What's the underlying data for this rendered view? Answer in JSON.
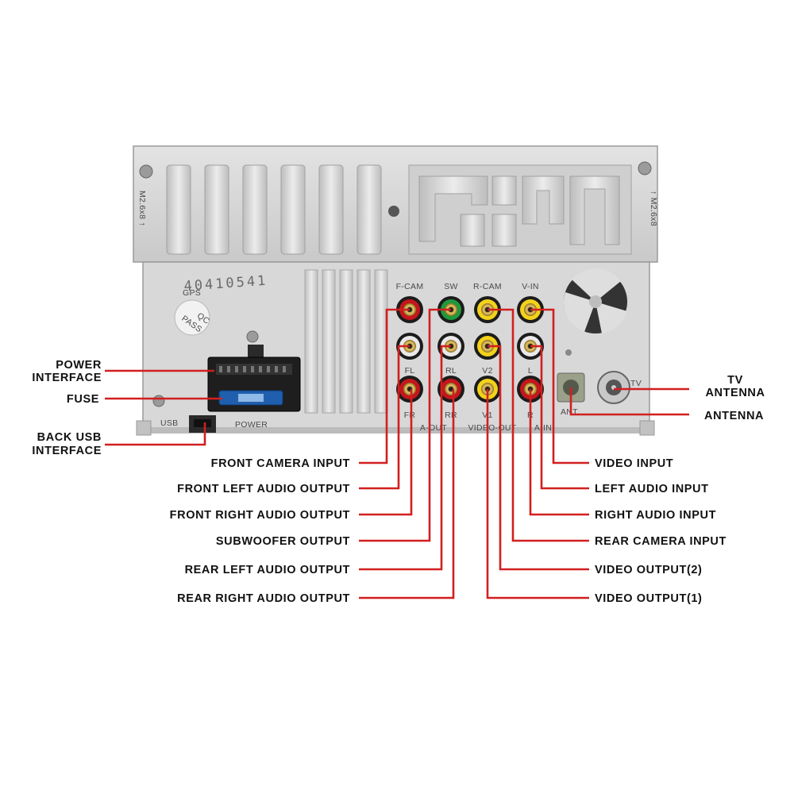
{
  "unit": {
    "serial": "40410541",
    "gps_label": "GPS",
    "qc_stamp_line1": "QC",
    "qc_stamp_line2": "PASS",
    "screw_spec_left": "M2.6x8 ↑",
    "screw_spec_right": "↑ M2.6x8",
    "usb_label": "USB",
    "power_label": "POWER",
    "jack_labels_top": [
      "F-CAM",
      "SW",
      "R-CAM",
      "V-IN"
    ],
    "jack_labels_mid": [
      "FL",
      "RL",
      "V2",
      "L"
    ],
    "jack_labels_bottom": [
      "FR",
      "RR",
      "V1",
      "R"
    ],
    "group_labels": [
      "A-OUT",
      "VIDEO-OUT",
      "A-IN"
    ],
    "ant_label": "ANT",
    "tv_label": "TV"
  },
  "labels_left": {
    "power_interface_1": "POWER",
    "power_interface_2": "INTERFACE",
    "fuse": "FUSE",
    "back_usb_1": "BACK USB",
    "back_usb_2": "INTERFACE"
  },
  "labels_right_top": {
    "tv_antenna_1": "TV",
    "tv_antenna_2": "ANTENNA",
    "antenna": "ANTENNA"
  },
  "labels_bottom_left": [
    "FRONT CAMERA INPUT",
    "FRONT LEFT AUDIO OUTPUT",
    "FRONT RIGHT AUDIO OUTPUT",
    "SUBWOOFER OUTPUT",
    "REAR LEFT AUDIO OUTPUT",
    "REAR RIGHT AUDIO OUTPUT"
  ],
  "labels_bottom_right": [
    "VIDEO INPUT",
    "LEFT AUDIO INPUT",
    "RIGHT AUDIO INPUT",
    "REAR CAMERA INPUT",
    "VIDEO OUTPUT(2)",
    "VIDEO OUTPUT(1)"
  ],
  "colors": {
    "callout_line": "#d21f1f",
    "rca_red": "#c4161c",
    "rca_white": "#e9e9e9",
    "rca_yellow": "#f2d21b",
    "rca_green": "#1f9a3c",
    "chassis": "#d4d4d4"
  }
}
